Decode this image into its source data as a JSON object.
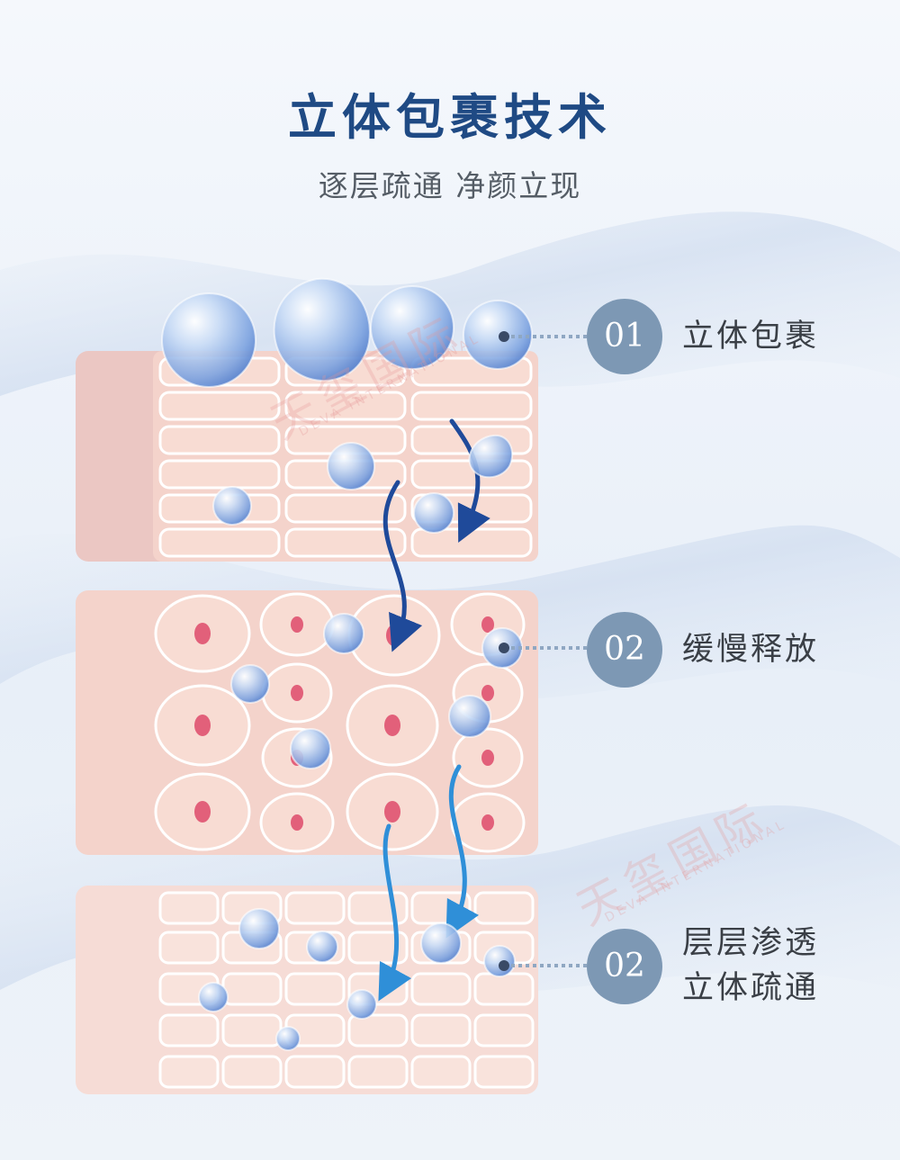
{
  "header": {
    "title": "立体包裹技术",
    "subtitle": "逐层疏通 净颜立现"
  },
  "steps": [
    {
      "number": "01",
      "label": "立体包裹"
    },
    {
      "number": "02",
      "label": "缓慢释放"
    },
    {
      "number": "02",
      "label_line1": "层层渗透",
      "label_line2": "立体疏通"
    }
  ],
  "watermark": {
    "brand": "天玺国际",
    "brand_en": "DEVA INTERNATIONAL"
  },
  "colors": {
    "title": "#1f4a84",
    "badge": "#7d98b4",
    "skin": "#f4d3cb",
    "cell_fill": "#f8dcd3",
    "cell_stroke": "#ffffff",
    "nucleus": "#e2607a",
    "arrow_dark": "#1f4a9a",
    "arrow_light": "#2f8fd8"
  }
}
